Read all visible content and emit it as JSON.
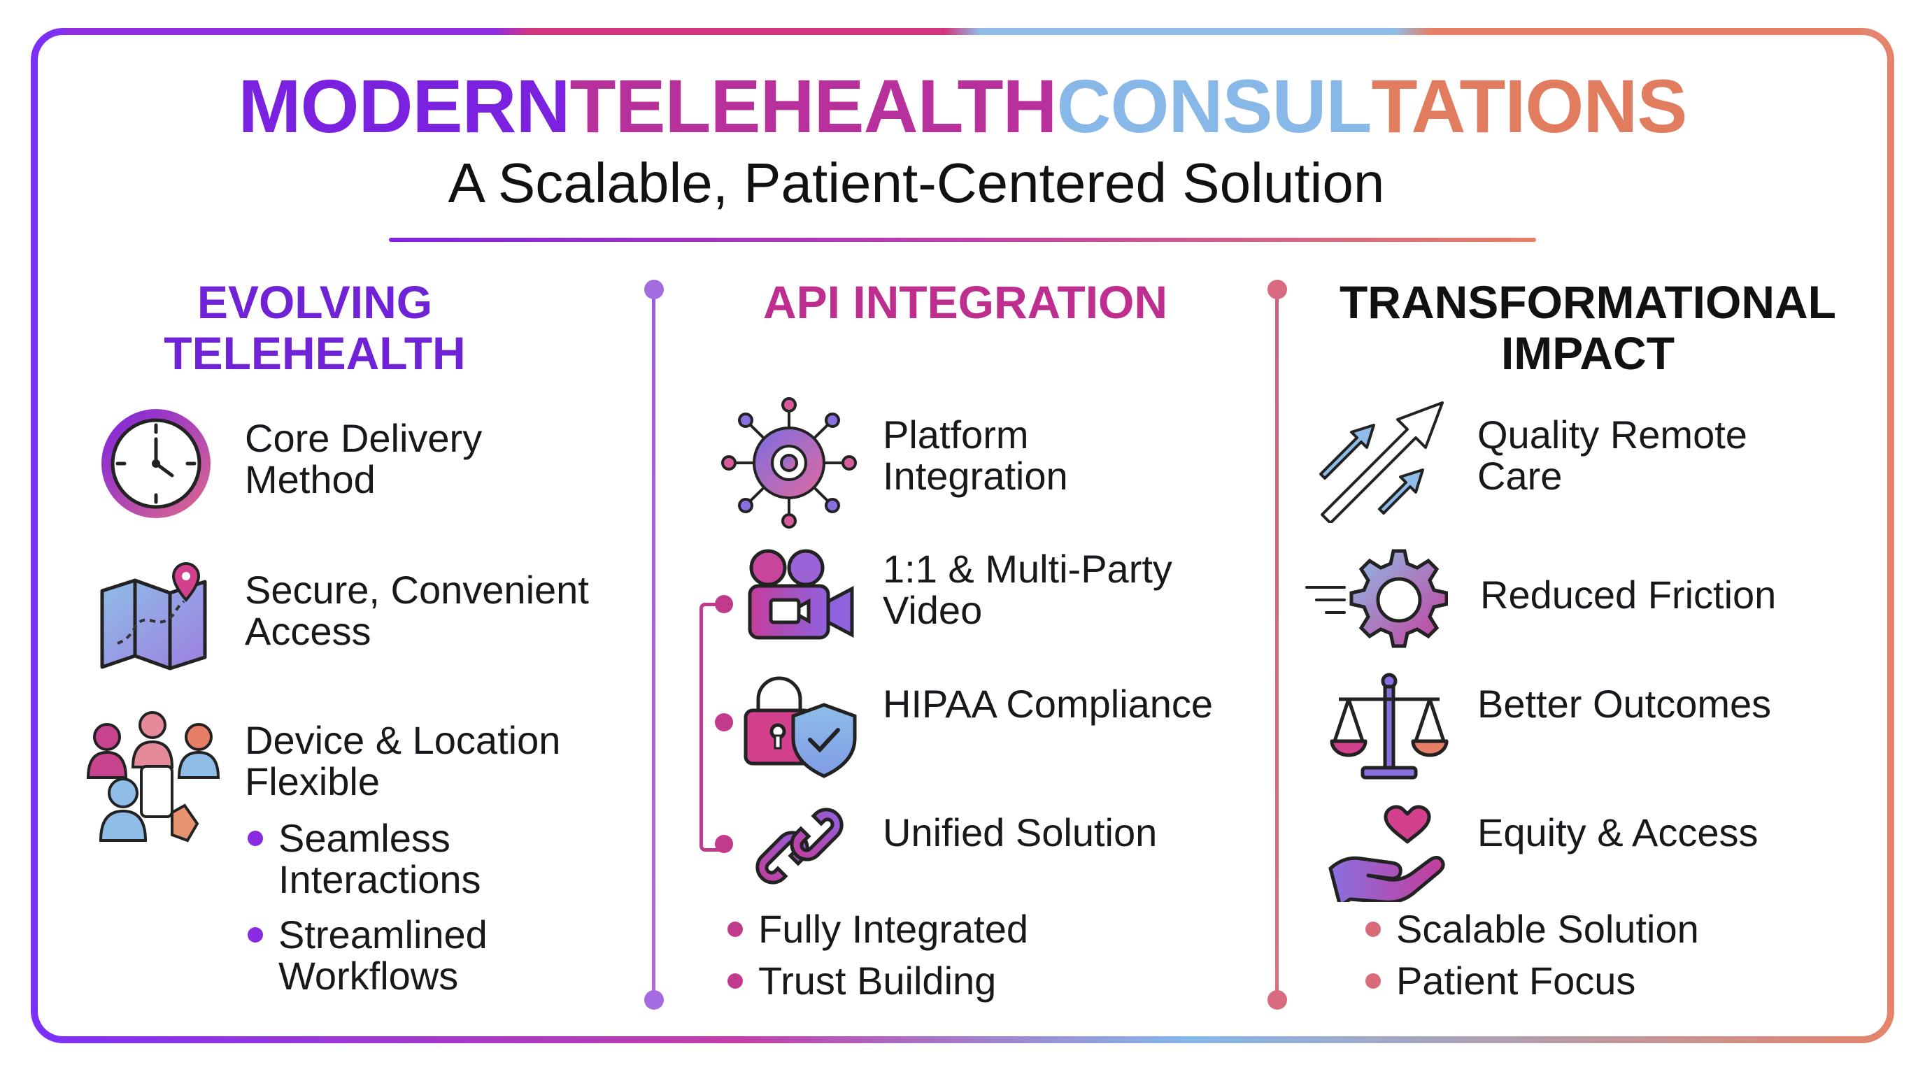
{
  "header": {
    "title_parts": [
      "MODERN ",
      "TELEHEALTH ",
      "CONSUL",
      "TATIONS"
    ],
    "subtitle": "A Scalable, Patient-Centered Solution"
  },
  "columns": [
    {
      "heading_line1": "EVOLVING",
      "heading_line2": "TELEHEALTH",
      "items": [
        {
          "line1": "Core Delivery",
          "line2": "Method",
          "icon": "clock-icon"
        },
        {
          "line1": "Secure, Convenient",
          "line2": "Access",
          "icon": "map-pin-icon"
        },
        {
          "line1": "Device & Location",
          "line2": "Flexible",
          "icon": "people-device-icon"
        }
      ],
      "bullets": [
        {
          "line1": "Seamless",
          "line2": "Interactions"
        },
        {
          "line1": "Streamlined",
          "line2": "Workflows"
        }
      ]
    },
    {
      "heading_line1": "API INTEGRATION",
      "items": [
        {
          "line1": "Platform",
          "line2": "Integration",
          "icon": "network-gear-icon"
        },
        {
          "line1": "1:1 & Multi-Party",
          "line2": "Video",
          "icon": "video-camera-icon"
        },
        {
          "line1": "HIPAA Compliance",
          "icon": "lock-shield-icon"
        },
        {
          "line1": "Unified Solution",
          "icon": "chain-link-icon"
        }
      ],
      "bullets": [
        "Fully Integrated",
        "Trust Building"
      ]
    },
    {
      "heading_line1": "TRANSFORMATIONAL",
      "heading_line2": "IMPACT",
      "items": [
        {
          "line1": "Quality Remote",
          "line2": "Care",
          "icon": "growth-arrows-icon"
        },
        {
          "line1": "Reduced Friction",
          "icon": "speed-gear-icon"
        },
        {
          "line1": "Better Outcomes",
          "icon": "balance-scale-icon"
        },
        {
          "line1": "Equity & Access",
          "icon": "heart-hand-icon"
        }
      ],
      "bullets": [
        "Scalable Solution",
        "Patient Focus"
      ]
    }
  ],
  "colors": {
    "purple": "#7b22e0",
    "magenta": "#c23a8c",
    "blue": "#88b8e8",
    "coral": "#e27c5f"
  }
}
